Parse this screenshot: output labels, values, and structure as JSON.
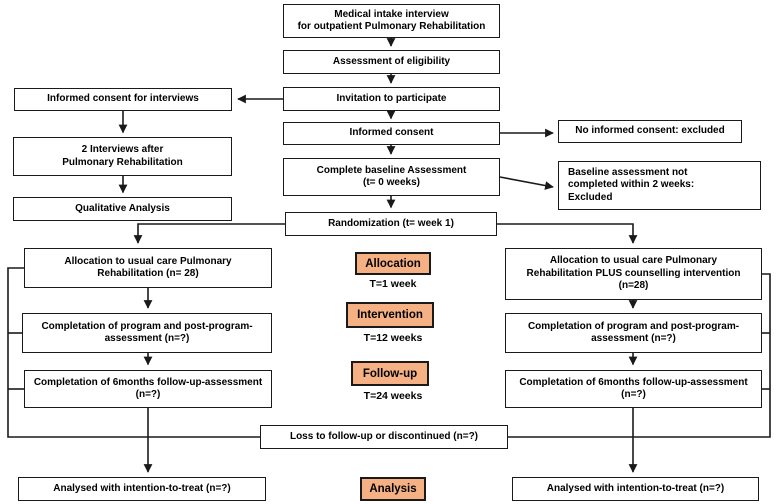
{
  "flow": {
    "medical_intake": "Medical intake interview\nfor outpatient Pulmonary Rehabilitation",
    "assessment_eligibility": "Assessment of eligibility",
    "invitation": "Invitation to participate",
    "informed_consent": "Informed consent",
    "baseline": "Complete baseline Assessment\n(t= 0 weeks)",
    "randomization": "Randomization (t= week 1)"
  },
  "qualitative": {
    "consent_interviews": "Informed consent for interviews",
    "two_interviews": "2 Interviews after\nPulmonary Rehabilitation",
    "analysis": "Qualitative Analysis"
  },
  "exclusions": {
    "no_consent": "No informed consent: excluded",
    "baseline_not_completed": "Baseline assessment not\ncompleted within 2 weeks:\nExcluded"
  },
  "left_arm": {
    "allocation": "Allocation to usual care Pulmonary\nRehabilitation (n= 28)",
    "program": "Completation of program and post-program-\nassessment (n=?)",
    "followup": "Completation of 6months follow-up-assessment\n(n=?)",
    "analysed": "Analysed with intention-to-treat (n=?)"
  },
  "right_arm": {
    "allocation": "Allocation to usual care Pulmonary\nRehabilitation PLUS counselling intervention\n(n=28)",
    "program": "Completation of program and post-program-\nassessment (n=?)",
    "followup": "Completation of 6months follow-up-assessment\n(n=?)",
    "analysed": "Analysed with intention-to-treat (n=?)"
  },
  "loss": "Loss to follow-up or discontinued (n=?)",
  "phases": [
    {
      "label": "Allocation",
      "time": "T=1 week"
    },
    {
      "label": "Intervention",
      "time": "T=12 weeks"
    },
    {
      "label": "Follow-up",
      "time": "T=24 weeks"
    },
    {
      "label": "Analysis",
      "time": ""
    }
  ],
  "colors": {
    "phase_fill": "#F5B183",
    "line": "#1a1a1a"
  }
}
